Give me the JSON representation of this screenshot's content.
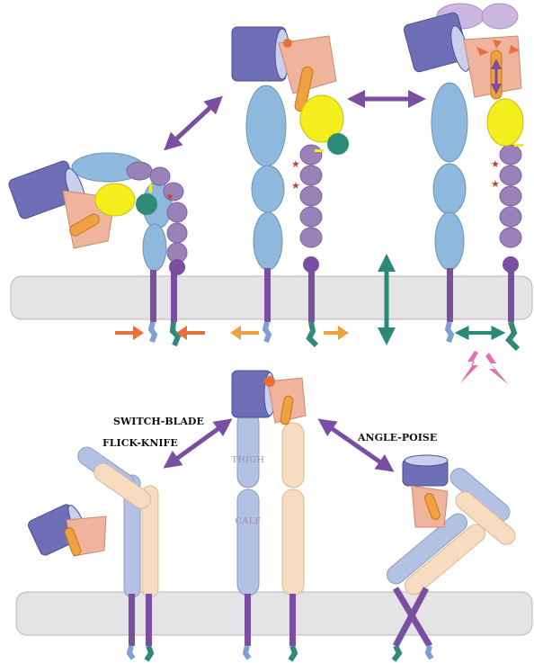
{
  "labels": {
    "switch_blade": "SWITCH-BLADE",
    "flick_knife": "FLICK-KNIFE",
    "angle_poise": "ANGLE-POISE",
    "thigh": "THIGH",
    "calf": "CALF"
  },
  "colors": {
    "membrane": "#e4e4e6",
    "beta_propeller": "#6f6fb8",
    "beta_a_domain": "#f0b39c",
    "i_domain": "#f4ee1c",
    "alpha_leg": "#8fb9dc",
    "beta_leg": "#9a82b8",
    "transmembrane": "#7a4ea0",
    "cytoplasmic_tail_alpha": "#7fa0d0",
    "cytoplasmic_tail_beta": "#2f8a78",
    "arrow_purple": "#7a4ea0",
    "arrow_teal": "#2a8a78",
    "arrow_orange": "#f0a040",
    "arrow_red_orange": "#e8703a",
    "lightning": "#e070b0",
    "disulfide_star": "#c0443a",
    "thigh_calf_alpha": "#b3c2e2",
    "thigh_calf_beta": "#f7dcc0"
  }
}
